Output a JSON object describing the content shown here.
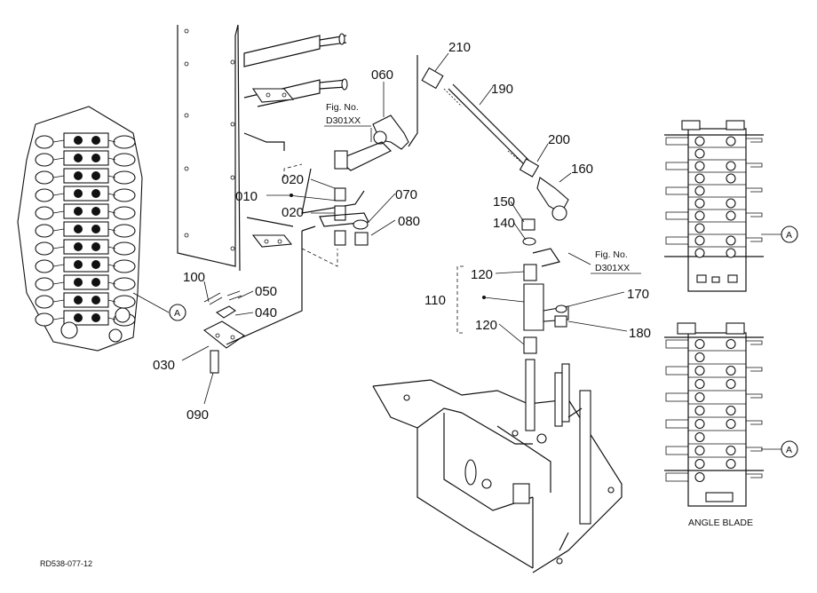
{
  "parts": {
    "p210": "210",
    "p190": "190",
    "p060": "060",
    "p200": "200",
    "p160": "160",
    "p010": "010",
    "p020a": "020",
    "p020b": "020",
    "p070": "070",
    "p080": "080",
    "p150": "150",
    "p140": "140",
    "p120a": "120",
    "p120b": "120",
    "p110": "110",
    "p170": "170",
    "p180": "180",
    "p100": "100",
    "p050": "050",
    "p040": "040",
    "p030": "030",
    "p090": "090"
  },
  "figref_1": {
    "line1": "Fig. No.",
    "line2": "D301XX"
  },
  "figref_2": {
    "line1": "Fig. No.",
    "line2": "D301XX"
  },
  "callout": "A",
  "caption": "ANGLE BLADE",
  "drawing_id": "RD538-077-12"
}
